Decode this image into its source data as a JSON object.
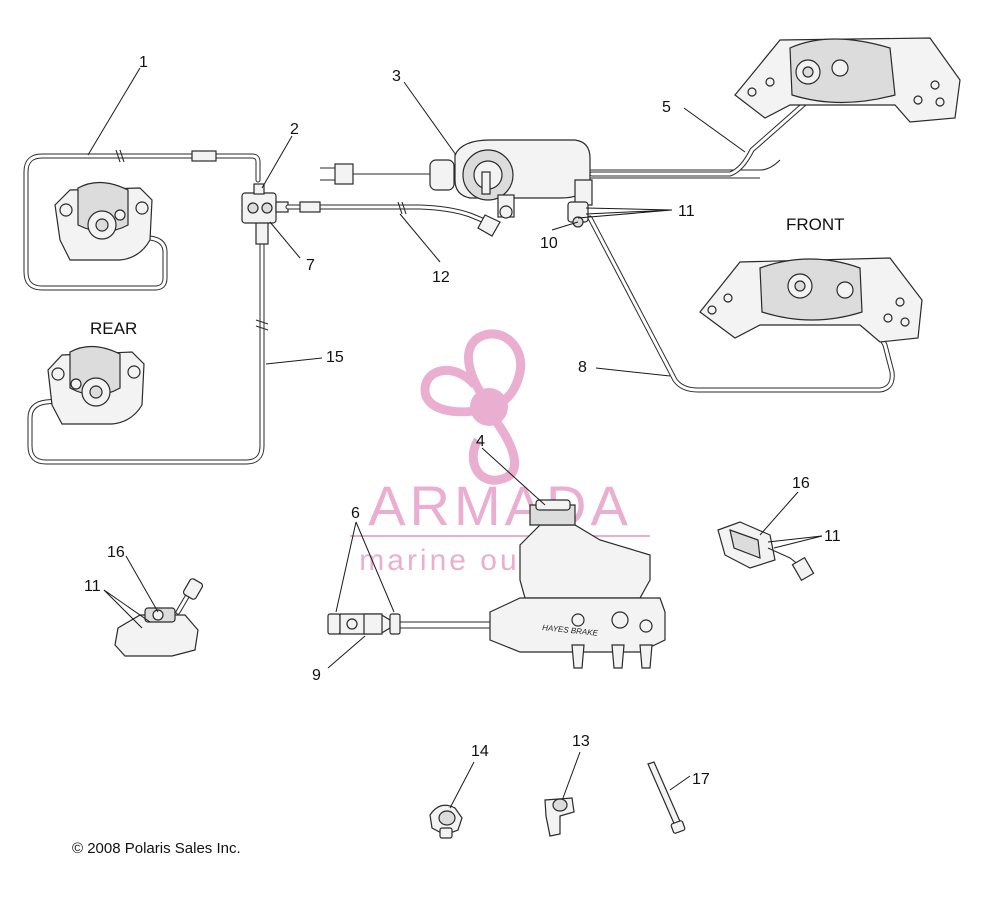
{
  "section_labels": {
    "rear": "REAR",
    "front": "FRONT"
  },
  "callouts": {
    "c1": "1",
    "c2": "2",
    "c3": "3",
    "c4": "4",
    "c5": "5",
    "c6": "6",
    "c7": "7",
    "c8": "8",
    "c9": "9",
    "c10": "10",
    "c11a": "11",
    "c11b": "11",
    "c11c": "11",
    "c12": "12",
    "c13": "13",
    "c14": "14",
    "c15": "15",
    "c16a": "16",
    "c16b": "16",
    "c17": "17"
  },
  "copyright": "© 2008 Polaris Sales Inc.",
  "watermark": {
    "brand": "ARMADA",
    "tagline": "marine outboards",
    "color": "#e8a6cb"
  },
  "master_cylinder_label": "HAYES BRAKE"
}
